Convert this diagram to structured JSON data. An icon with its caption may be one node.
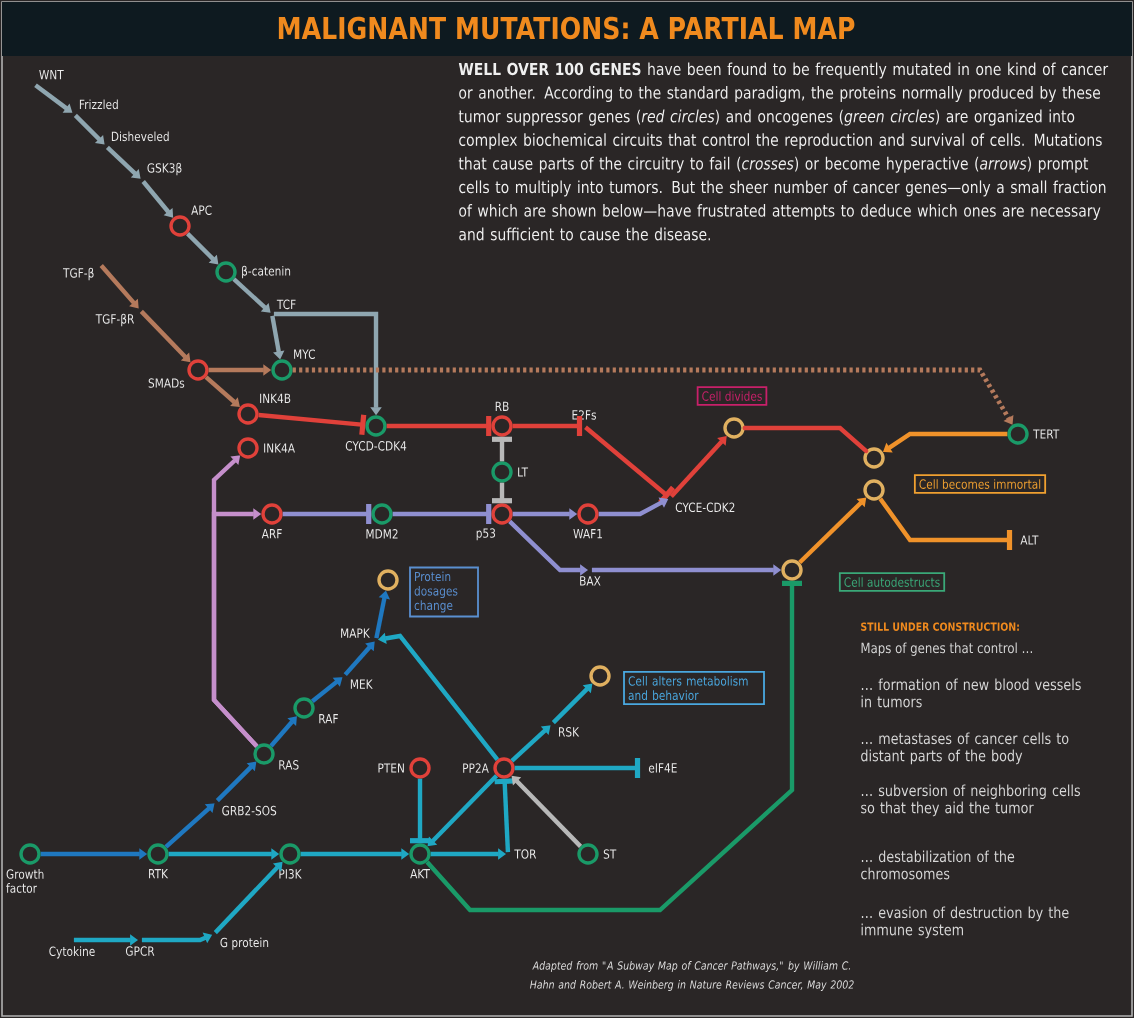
{
  "diagram": {
    "title": "MALIGNANT MUTATIONS: A PARTIAL MAP",
    "caption": "Adapted from \"A Subway Map of Cancer Pathways,\" by William C. Hahn and Robert A. Weinberg in Nature Reviews Cancer, May 2002",
    "nodes": [
      {
        "text": [
          "WNT"
        ]
      },
      {
        "text": [
          "Frizzled"
        ]
      },
      {
        "text": [
          "Disheveled"
        ]
      },
      {
        "text": [
          "GSK3β"
        ]
      },
      {
        "text": [
          "APC"
        ]
      },
      {
        "text": [
          "β-catenin"
        ]
      },
      {
        "text": [
          "TCF"
        ]
      },
      {
        "text": [
          "TGF-β"
        ]
      },
      {
        "text": [
          "TGF-βR"
        ]
      },
      {
        "text": [
          "SMADs"
        ]
      },
      {
        "text": [
          "MYC"
        ]
      },
      {
        "text": [
          "INK4B"
        ]
      },
      {
        "text": [
          "INK4A"
        ]
      },
      {
        "text": [
          "CYCD-CDK4"
        ]
      },
      {
        "text": [
          "RB"
        ]
      },
      {
        "text": [
          "E2Fs"
        ]
      },
      {
        "text": [
          "LT"
        ]
      },
      {
        "text": [
          "ARF"
        ]
      },
      {
        "text": [
          "MDM2"
        ]
      },
      {
        "text": [
          "p53"
        ]
      },
      {
        "text": [
          "WAF1"
        ]
      },
      {
        "text": [
          "CYCE-CDK2"
        ]
      },
      {
        "text": [
          "Cell divides"
        ]
      },
      {
        "text": [],
        "shape": "circle"
      },
      {
        "text": [
          "TERT"
        ]
      },
      {
        "text": [],
        "shape": "circle"
      },
      {
        "text": [],
        "shape": "circle"
      },
      {
        "text": [
          "Cell becomes immortal"
        ]
      },
      {
        "text": [
          "ALT"
        ]
      },
      {
        "text": [
          "BAX"
        ]
      },
      {
        "text": [],
        "shape": "circle"
      },
      {
        "text": [
          "Cell autodestructs"
        ]
      },
      {
        "text": [],
        "shape": "circle"
      },
      {
        "text": [
          "Protein dosages change"
        ]
      },
      {
        "text": [
          "MAPK"
        ]
      },
      {
        "text": [
          "MEK"
        ]
      },
      {
        "text": [
          "RAF"
        ]
      },
      {
        "text": [
          "RAS"
        ]
      },
      {
        "text": [
          "GRB2-SOS"
        ]
      },
      {
        "text": [],
        "shape": "circle"
      },
      {
        "text": [
          "Cell alters metabolism and behavior"
        ]
      },
      {
        "text": [
          "RSK"
        ]
      },
      {
        "text": [
          "PTEN"
        ]
      },
      {
        "text": [
          "PP2A"
        ]
      },
      {
        "text": [
          "eIF4E"
        ]
      },
      {
        "text": [
          "Growth factor"
        ]
      },
      {
        "text": [
          "RTK"
        ]
      },
      {
        "text": [
          "PI3K"
        ]
      },
      {
        "text": [
          "AKT"
        ]
      },
      {
        "text": [
          "TOR"
        ]
      },
      {
        "text": [
          "ST"
        ]
      },
      {
        "text": [
          "Cytokine"
        ]
      },
      {
        "text": [
          "GPCR"
        ]
      },
      {
        "text": [
          "G protein"
        ]
      }
    ],
    "edges": [
      {
        "from": 0,
        "to": 1,
        "arrow": "to",
        "color": "#8fa6b0"
      },
      {
        "from": 1,
        "to": 2,
        "arrow": "to",
        "color": "#8fa6b0"
      },
      {
        "from": 2,
        "to": 3,
        "arrow": "to",
        "color": "#8fa6b0"
      },
      {
        "from": 3,
        "to": 4,
        "arrow": "to",
        "color": "#8fa6b0"
      },
      {
        "from": 4,
        "to": 5,
        "arrow": "to",
        "color": "#8fa6b0"
      },
      {
        "from": 5,
        "to": 6,
        "arrow": "to",
        "color": "#8fa6b0"
      },
      {
        "from": 6,
        "to": 10,
        "arrow": "to",
        "color": "#8fa6b0"
      },
      {
        "from": 6,
        "to": 13,
        "arrow": "to",
        "color": "#8fa6b0"
      },
      {
        "from": 7,
        "to": 8,
        "arrow": "to",
        "color": "#b57a5c"
      },
      {
        "from": 8,
        "to": 9,
        "arrow": "to",
        "color": "#b57a5c"
      },
      {
        "from": 9,
        "to": 10,
        "arrow": "to",
        "color": "#b57a5c"
      },
      {
        "from": 9,
        "to": 11,
        "arrow": "to",
        "color": "#b57a5c"
      },
      {
        "from": 10,
        "to": 24,
        "arrow": "to",
        "style": "dashed",
        "color": "#b57a5c"
      },
      {
        "from": 11,
        "to": 13,
        "arrow": "other",
        "color": "#e0413a"
      },
      {
        "from": 13,
        "to": 14,
        "arrow": "other",
        "color": "#e0413a"
      },
      {
        "from": 14,
        "to": 15,
        "arrow": "other",
        "color": "#e0413a"
      },
      {
        "from": 15,
        "to": 21,
        "arrow": "other",
        "color": "#e0413a"
      },
      {
        "from": 21,
        "to": 23,
        "arrow": "to",
        "color": "#e0413a"
      },
      {
        "from": 23,
        "to": 25,
        "arrow": "none",
        "color": "#e0413a"
      },
      {
        "from": 24,
        "to": 25,
        "arrow": "to",
        "color": "#f0922a"
      },
      {
        "from": 26,
        "to": 28,
        "arrow": "other",
        "color": "#f0922a"
      },
      {
        "from": 30,
        "to": 26,
        "arrow": "to",
        "color": "#f0922a"
      },
      {
        "from": 16,
        "to": 14,
        "arrow": "other",
        "color": "#b8b8b8"
      },
      {
        "from": 16,
        "to": 19,
        "arrow": "other",
        "color": "#b8b8b8"
      },
      {
        "from": 37,
        "to": 12,
        "arrow": "to",
        "color": "#c58fcb"
      },
      {
        "from": 37,
        "to": 17,
        "arrow": "to",
        "color": "#c58fcb"
      },
      {
        "from": 17,
        "to": 18,
        "arrow": "other",
        "color": "#8f8fd0"
      },
      {
        "from": 18,
        "to": 19,
        "arrow": "other",
        "color": "#8f8fd0"
      },
      {
        "from": 19,
        "to": 20,
        "arrow": "to",
        "color": "#8f8fd0"
      },
      {
        "from": 20,
        "to": 21,
        "arrow": "to",
        "color": "#8f8fd0"
      },
      {
        "from": 19,
        "to": 29,
        "arrow": "to",
        "color": "#8f8fd0"
      },
      {
        "from": 29,
        "to": 30,
        "arrow": "to",
        "color": "#8f8fd0"
      },
      {
        "from": 45,
        "to": 46,
        "arrow": "to",
        "color": "#1f78c0"
      },
      {
        "from": 46,
        "to": 38,
        "arrow": "to",
        "color": "#1f78c0"
      },
      {
        "from": 38,
        "to": 37,
        "arrow": "to",
        "color": "#1f78c0"
      },
      {
        "from": 37,
        "to": 36,
        "arrow": "to",
        "color": "#1f78c0"
      },
      {
        "from": 36,
        "to": 35,
        "arrow": "to",
        "color": "#1f78c0"
      },
      {
        "from": 35,
        "to": 34,
        "arrow": "to",
        "color": "#1f78c0"
      },
      {
        "from": 34,
        "to": 32,
        "arrow": "to",
        "color": "#1f78c0"
      },
      {
        "from": 46,
        "to": 47,
        "arrow": "to",
        "color": "#1fa8c4"
      },
      {
        "from": 47,
        "to": 48,
        "arrow": "to",
        "color": "#1fa8c4"
      },
      {
        "from": 51,
        "to": 52,
        "arrow": "to",
        "color": "#1fa8c4"
      },
      {
        "from": 52,
        "to": 53,
        "arrow": "to",
        "color": "#1fa8c4"
      },
      {
        "from": 53,
        "to": 47,
        "arrow": "to",
        "color": "#1fa8c4"
      },
      {
        "from": 42,
        "to": 48,
        "arrow": "other",
        "color": "#1fa8c4"
      },
      {
        "from": 43,
        "to": 48,
        "arrow": "to",
        "color": "#1fa8c4"
      },
      {
        "from": 48,
        "to": 49,
        "arrow": "to",
        "color": "#1fa8c4"
      },
      {
        "from": 49,
        "to": 43,
        "arrow": "other",
        "color": "#1fa8c4"
      },
      {
        "from": 43,
        "to": 34,
        "arrow": "to",
        "color": "#1fa8c4"
      },
      {
        "from": 43,
        "to": 41,
        "arrow": "to",
        "color": "#1fa8c4"
      },
      {
        "from": 41,
        "to": 39,
        "arrow": "to",
        "color": "#1fa8c4"
      },
      {
        "from": 43,
        "to": 44,
        "arrow": "other",
        "color": "#1fa8c4"
      },
      {
        "from": 50,
        "to": 43,
        "arrow": "to",
        "color": "#b8b8b8"
      },
      {
        "from": 48,
        "to": 30,
        "arrow": "other",
        "color": "#1a9a68"
      }
    ],
    "labels": [
      "**WELL OVER 100 GENES** have been found to be frequently mutated in one kind of cancer or another. According to the standard paradigm, the proteins normally produced by these tumor suppressor genes (*red circles*) and oncogenes (*green circles*) are organized into complex biochemical circuits that control the reproduction and survival of cells. Mutations that cause parts of the circuitry to fail (*crosses*) or become hyperactive (*arrows*) prompt cells to multiply into tumors. But the sheer number of cancer genes—only a small fraction of which are shown below—have frustrated attempts to deduce which ones are necessary and sufficient to cause the disease.",
      "STILL UNDER CONSTRUCTION:",
      "Maps of genes that control …",
      "… formation of new blood vessels in tumors",
      "… metastases of cancer cells to distant parts of the body",
      "… subversion of neighboring cells so that they aid the tumor",
      "… destabilization of the chromosomes",
      "… evasion of destruction by the immune system"
    ]
  }
}
